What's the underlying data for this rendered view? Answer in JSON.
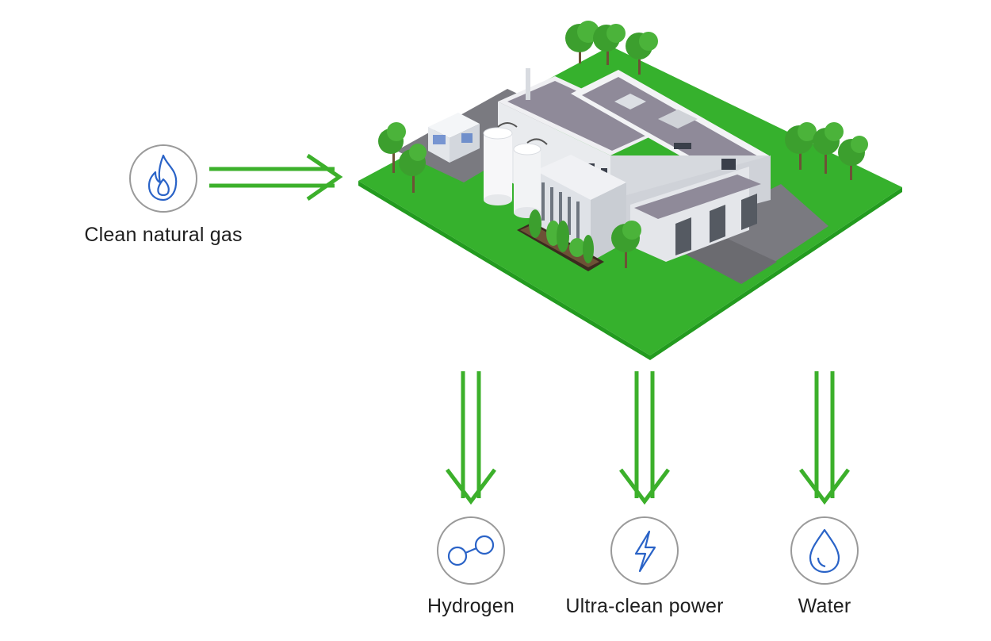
{
  "input": {
    "label": "Clean natural gas",
    "icon": "flame-icon"
  },
  "outputs": [
    {
      "label": "Hydrogen",
      "icon": "molecule-icon"
    },
    {
      "label": "Ultra-clean power",
      "icon": "lightning-bolt-icon"
    },
    {
      "label": "Water",
      "icon": "water-drop-icon"
    }
  ],
  "facility": {
    "icon": "fuel-cell-plant-illustration"
  },
  "colors": {
    "arrow": "#3cb02b",
    "ground": "#36b12d",
    "ground_edge": "#239b1f",
    "icon_stroke": "#2a63c7",
    "icon_circle": "#9a9a9a",
    "building": "#e9ebee",
    "roof": "#8f8a99",
    "pavement": "#7a7a80",
    "tree": "#3c9f2e"
  }
}
